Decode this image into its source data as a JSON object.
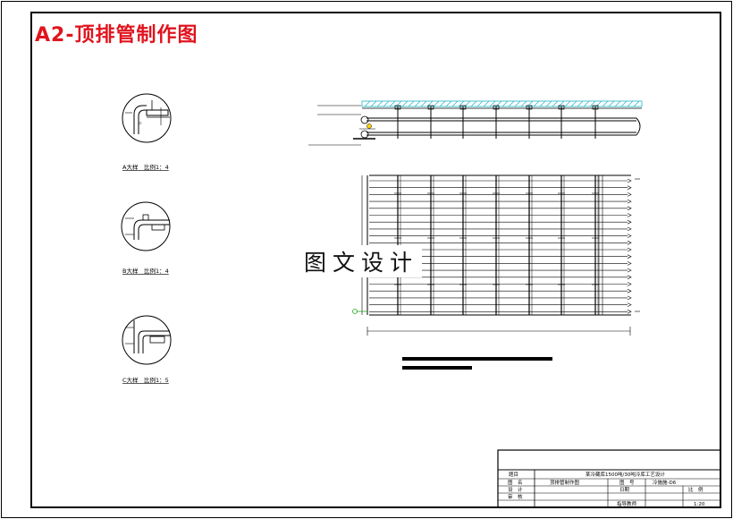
{
  "sheet_title": "A2-顶排管制作图",
  "watermark": "图文设计",
  "details": [
    {
      "caption": "A大样　比例1：4"
    },
    {
      "caption": "B大样　比例1：4"
    },
    {
      "caption": "C大样　比例1：5"
    }
  ],
  "title_block": {
    "project_label": "题目",
    "project_value": "某冷藏库1500吨/30吨冷库工艺设计",
    "drawing_label": "图　名",
    "drawing_value": "顶排管制作图",
    "number_label": "图　号",
    "number_value": "冷施施-D6",
    "design_label": "设　计",
    "date_label": "日期",
    "ratio_label": "比　例",
    "check_label": "审　核",
    "review_label": "指导教师",
    "scale_value": "1:20"
  },
  "colors": {
    "accent_red": "#e0141e",
    "line_black": "#000000",
    "hatch_cyan": "#21b4c8",
    "marker_green": "#22aa22"
  }
}
